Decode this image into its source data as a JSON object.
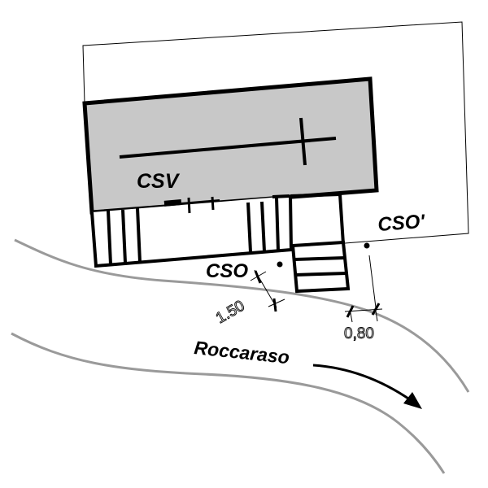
{
  "labels": {
    "csv": "CSV",
    "cso": "CSO",
    "cso_prime": "CSO'",
    "street": "Roccaraso"
  },
  "dimensions": {
    "left": "1.50",
    "right": "0,80"
  },
  "colors": {
    "building_fill": "#c8c8c8",
    "road": "#9a9a9a",
    "ink": "#000000"
  }
}
